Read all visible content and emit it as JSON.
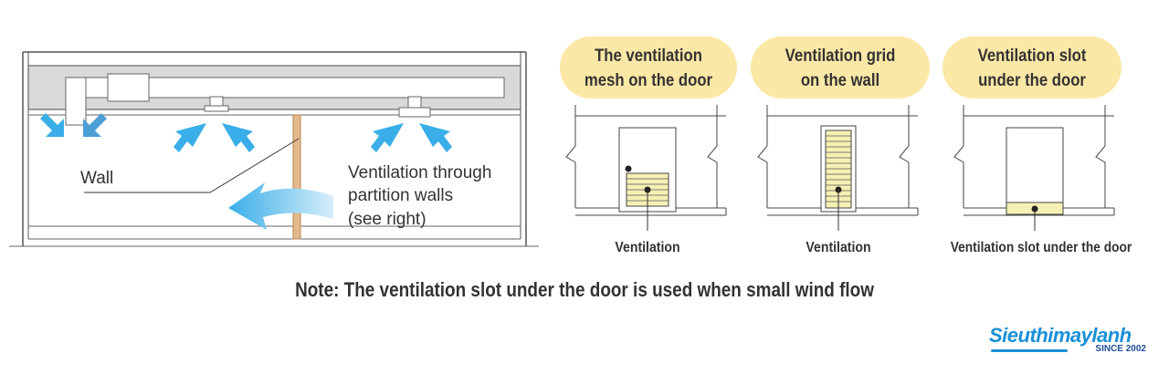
{
  "left_diagram": {
    "wall_label": "Wall",
    "partition_label_lines": [
      "Ventilation through",
      "partition walls",
      "(see right)"
    ]
  },
  "panels": [
    {
      "title_lines": [
        "The ventilation",
        "mesh on the door"
      ],
      "caption": "Ventilation"
    },
    {
      "title_lines": [
        "Ventilation grid",
        "on the wall"
      ],
      "caption": "Ventilation"
    },
    {
      "title_lines": [
        "Ventilation slot",
        "under the door"
      ],
      "caption": "Ventilation slot under the door"
    }
  ],
  "note": "Note: The ventilation slot under the door is used when small wind flow",
  "logo": {
    "name": "Sieuthimaylanh",
    "since": "SINCE 2002"
  },
  "colors": {
    "title_bubble": "#fbe8a6",
    "vent_fill": "#f6f0b4",
    "airflow_arrow": "#3aaee8",
    "duct_gray": "#d9d9d9",
    "partition_wall": "#d9a978",
    "logo_blue": "#1a8fd8"
  }
}
